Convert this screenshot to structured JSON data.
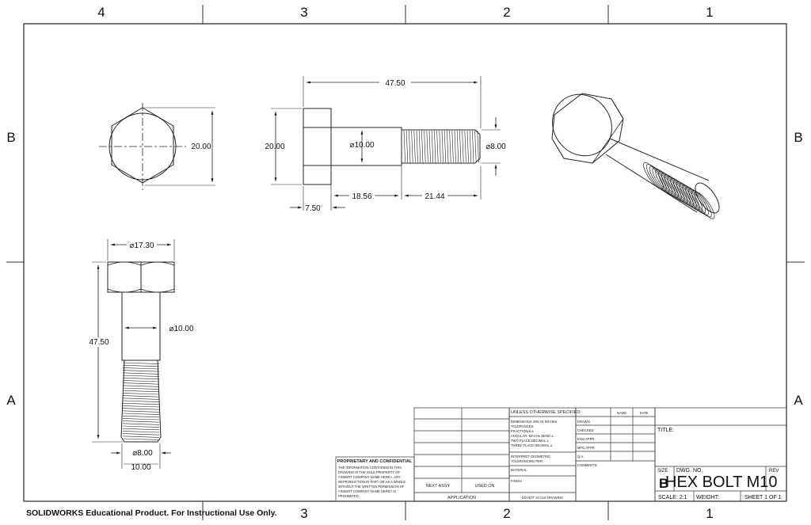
{
  "zones": {
    "columns": [
      "4",
      "3",
      "2",
      "1"
    ],
    "rows": [
      "B",
      "A"
    ]
  },
  "dimensions": {
    "front_width": "20.00",
    "side_height": "20.00",
    "overall_length": "47.50",
    "shank_dia": "⌀10.00",
    "thread_dia": "⌀8.00",
    "head_height": "7.50",
    "shank_length": "18.56",
    "thread_length": "21.44",
    "head_across_corners": "⌀17.30",
    "bottom_length": "47.50",
    "bottom_shank_dia": "⌀10.00",
    "bottom_thread_dia": "⌀8.00",
    "bottom_width": "10.00"
  },
  "title_block": {
    "proprietary_title": "PROPRIETARY AND CONFIDENTIAL",
    "proprietary_lines": [
      "THE INFORMATION CONTAINED IN THIS",
      "DRAWING IS THE SOLE PROPERTY OF",
      "<INSERT COMPANY NAME HERE>. ANY",
      "REPRODUCTION IN PART OR AS A WHOLE",
      "WITHOUT THE WRITTEN PERMISSION OF",
      "<INSERT COMPANY NAME HERE> IS",
      "PROHIBITED."
    ],
    "unless_specified": "UNLESS OTHERWISE SPECIFIED:",
    "tolerance_lines": [
      "DIMENSIONS ARE IN INCHES",
      "TOLERANCES:",
      "FRACTIONAL±",
      "ANGULAR: MACH±    BEND ±",
      "TWO PLACE DECIMAL    ±",
      "THREE PLACE DECIMAL  ±"
    ],
    "interpret_lines": [
      "INTERPRET GEOMETRIC",
      "TOLERANCING PER:"
    ],
    "material": "MATERIAL",
    "finish": "FINISH",
    "next_assy": "NEXT ASSY",
    "used_on": "USED ON",
    "application": "APPLICATION",
    "do_not_scale": "DO NOT SCALE DRAWING",
    "name_header": "NAME",
    "date_header": "DATE",
    "approval_rows": [
      "DRAWN",
      "CHECKED",
      "ENG APPR.",
      "MFG APPR.",
      "Q.A.",
      "COMMENTS:"
    ],
    "title_label": "TITLE:",
    "size_label": "SIZE",
    "size_value": "B",
    "dwg_no_label": "DWG.  NO.",
    "drawing_title": "HEX BOLT M10",
    "rev_label": "REV",
    "scale": "SCALE: 2:1",
    "weight": "WEIGHT:",
    "sheet": "SHEET 1 OF 1"
  },
  "footer_notice": "SOLIDWORKS Educational Product. For Instructional Use Only."
}
